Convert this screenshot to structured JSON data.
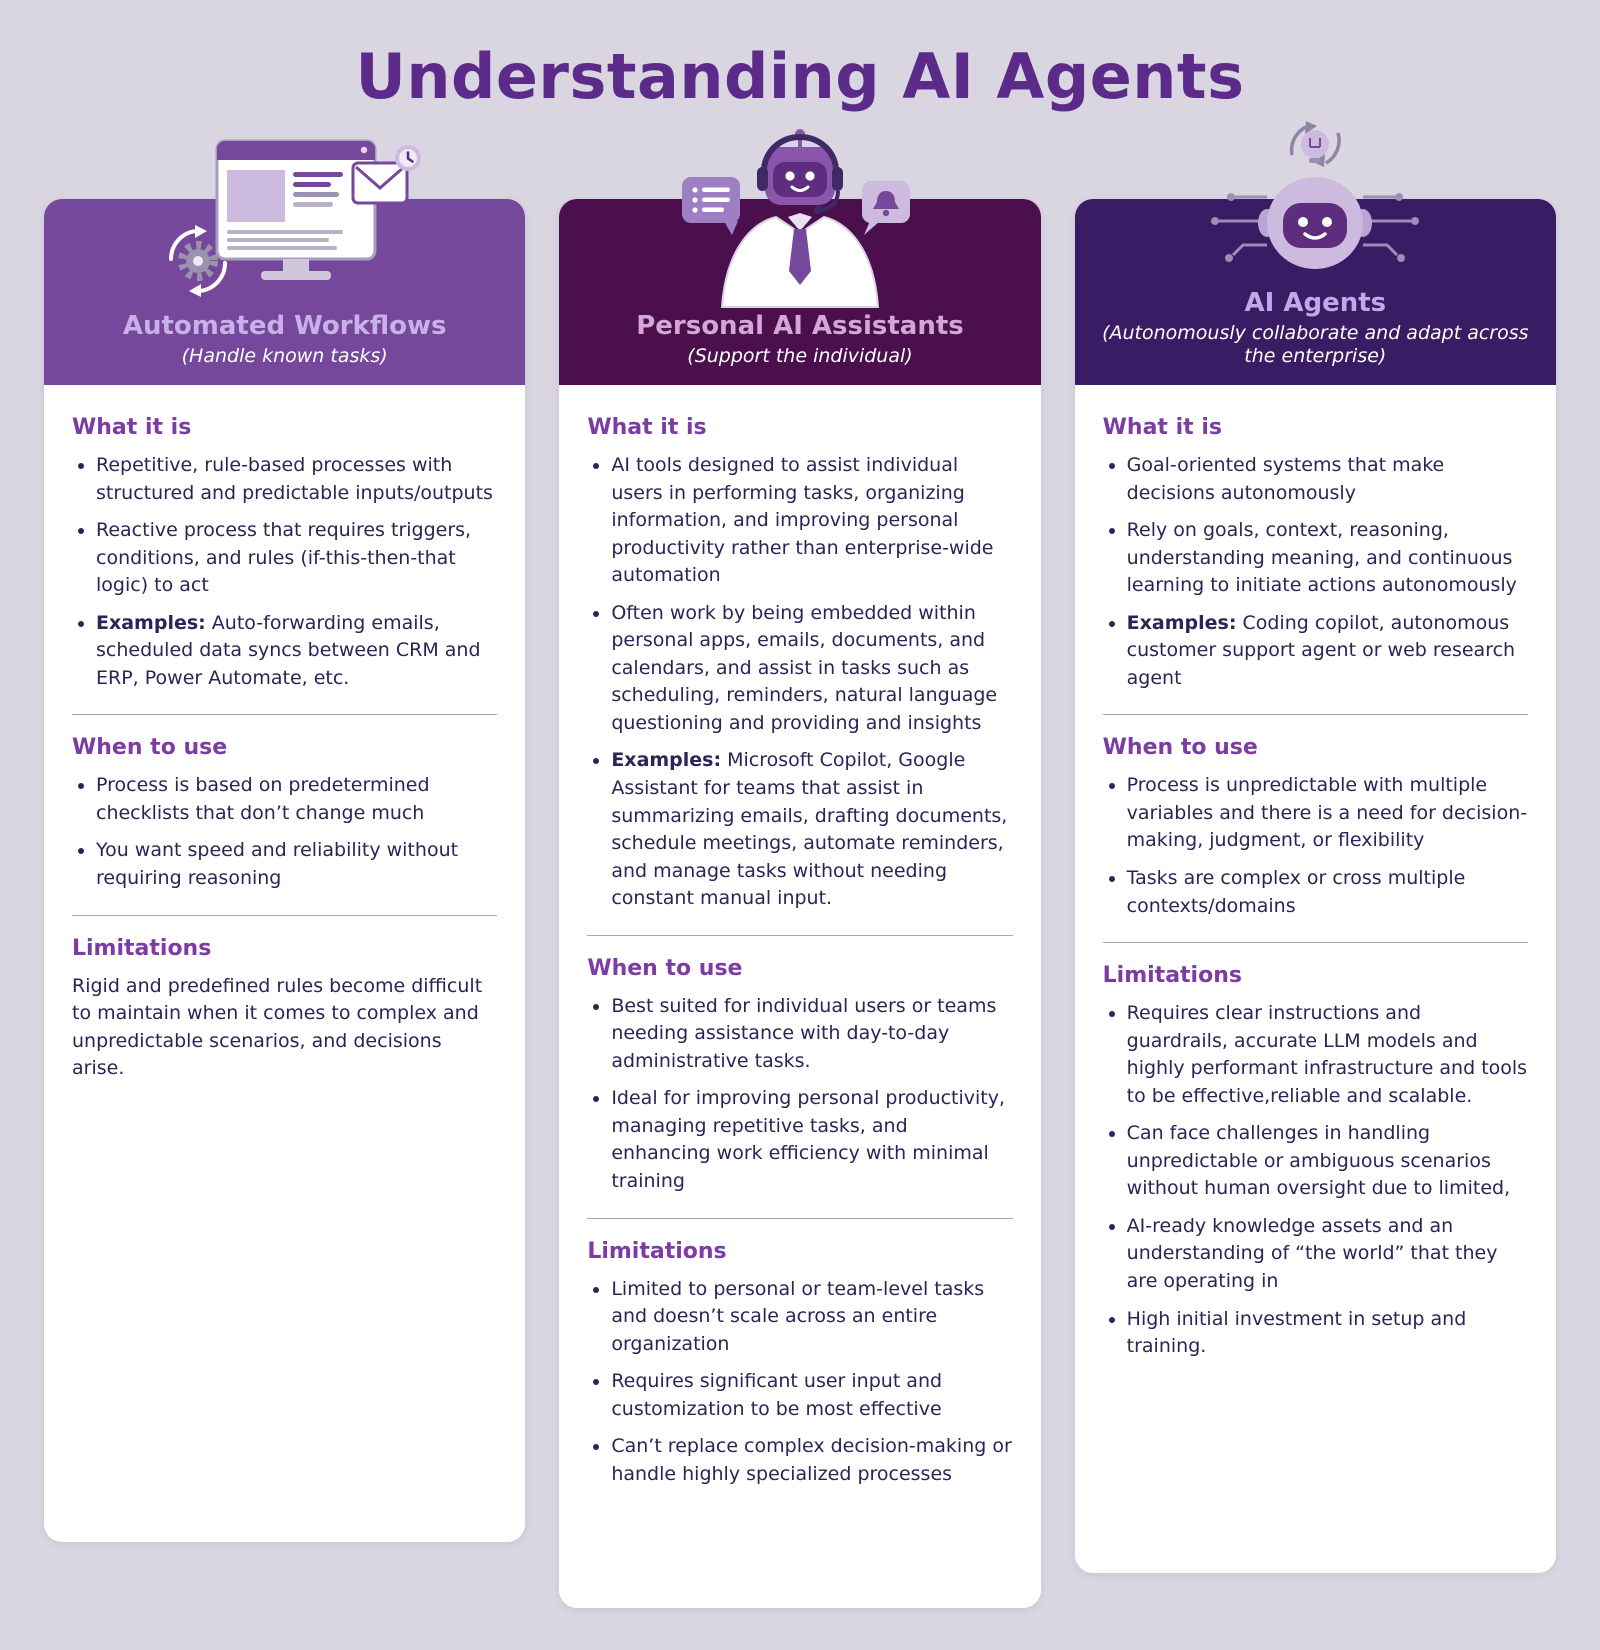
{
  "page": {
    "title": "Understanding AI Agents"
  },
  "colors": {
    "page_background": "#d9d6e1",
    "title": "#5c2b8a",
    "card_background": "#ffffff",
    "section_heading": "#7d3ca3",
    "body_text": "#2f2256",
    "header_automated_workflows": "#76489b",
    "header_personal_ai_assistants": "#4b0f4e",
    "header_ai_agents": "#3a1c64",
    "header_title_tint_1": "#c8b0e8",
    "header_title_tint_2": "#d3a6d8",
    "header_title_tint_3": "#bfa9e6"
  },
  "columns": [
    {
      "icon": "workflow-monitor-icon",
      "header": {
        "title": "Automated Workflows",
        "subtitle": "(Handle known tasks)"
      },
      "what_it_is": {
        "heading": "What it is",
        "bullets": [
          {
            "lead": "",
            "text": "Repetitive, rule-based processes with structured and predictable inputs/outputs"
          },
          {
            "lead": "",
            "text": "Reactive process that requires triggers, conditions, and rules (if-this-then-that logic) to act"
          },
          {
            "lead": "Examples:",
            "text": " Auto-forwarding emails, scheduled data syncs between CRM and ERP, Power Automate, etc."
          }
        ]
      },
      "when_to_use": {
        "heading": "When to use",
        "bullets": [
          {
            "lead": "",
            "text": "Process is based on predetermined checklists that don’t change much"
          },
          {
            "lead": "",
            "text": "You want speed and reliability without requiring reasoning"
          }
        ]
      },
      "limitations": {
        "heading": "Limitations",
        "paragraph": "Rigid and predefined rules become difficult to maintain when it comes to complex and unpredictable scenarios, and decisions arise."
      }
    },
    {
      "icon": "assistant-headset-icon",
      "header": {
        "title": "Personal AI Assistants",
        "subtitle": "(Support the individual)"
      },
      "what_it_is": {
        "heading": "What it is",
        "bullets": [
          {
            "lead": "",
            "text": "AI tools designed to assist individual users in performing tasks, organizing information, and improving personal productivity rather than enterprise-wide automation"
          },
          {
            "lead": "",
            "text": "Often work by being embedded within personal apps, emails, documents, and calendars, and assist in tasks such as scheduling, reminders, natural language questioning and providing and insights"
          },
          {
            "lead": "Examples:",
            "text": " Microsoft Copilot, Google Assistant for teams that assist in summarizing emails, drafting documents, schedule meetings, automate reminders, and manage tasks without needing constant manual input."
          }
        ]
      },
      "when_to_use": {
        "heading": "When to use",
        "bullets": [
          {
            "lead": "",
            "text": "Best suited for individual users or teams needing assistance with day-to-day administrative tasks."
          },
          {
            "lead": "",
            "text": "Ideal for improving personal productivity, managing repetitive tasks, and enhancing work efficiency with minimal training"
          }
        ]
      },
      "limitations": {
        "heading": "Limitations",
        "bullets": [
          {
            "lead": "",
            "text": "Limited to personal or team-level tasks and doesn’t scale across an entire organization"
          },
          {
            "lead": "",
            "text": "Requires significant user input and customization to be most effective"
          },
          {
            "lead": "",
            "text": "Can’t replace complex decision-making or handle highly specialized processes"
          }
        ]
      }
    },
    {
      "icon": "ai-robot-network-icon",
      "header": {
        "title": "AI Agents",
        "subtitle": "(Autonomously collaborate and adapt across the enterprise)"
      },
      "what_it_is": {
        "heading": "What it is",
        "bullets": [
          {
            "lead": "",
            "text": "Goal-oriented systems that make decisions autonomously"
          },
          {
            "lead": "",
            "text": "Rely on goals, context, reasoning, understanding meaning, and continuous learning to initiate actions autonomously"
          },
          {
            "lead": "Examples:",
            "text": " Coding copilot, autonomous customer support agent or web research agent"
          }
        ]
      },
      "when_to_use": {
        "heading": "When to use",
        "bullets": [
          {
            "lead": "",
            "text": "Process is unpredictable with multiple variables and there is a need for decision-making, judgment, or flexibility"
          },
          {
            "lead": "",
            "text": "Tasks are complex or cross multiple contexts/domains"
          }
        ]
      },
      "limitations": {
        "heading": "Limitations",
        "bullets": [
          {
            "lead": "",
            "text": "Requires clear instructions and guardrails, accurate LLM models and highly performant infrastructure and tools to be effective,reliable and scalable."
          },
          {
            "lead": "",
            "text": "Can face challenges in handling unpredictable or ambiguous scenarios without human oversight due to limited,"
          },
          {
            "lead": "",
            "text": "AI-ready knowledge assets and an understanding of “the world” that they are operating in"
          },
          {
            "lead": "",
            "text": "High initial investment in setup and training."
          }
        ]
      }
    }
  ]
}
